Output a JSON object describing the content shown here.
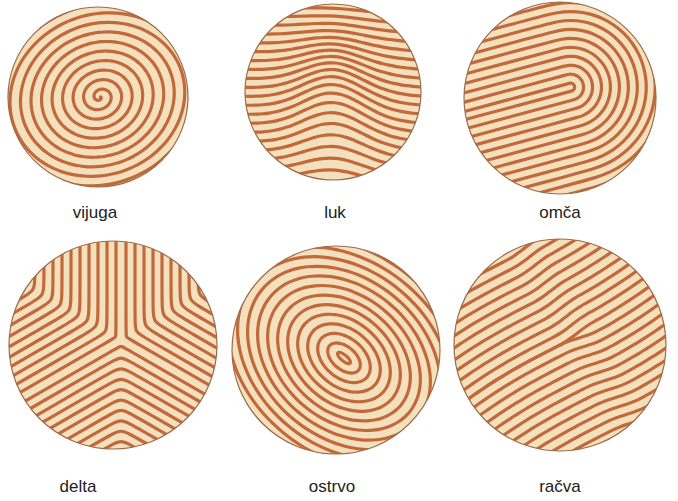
{
  "diagram": {
    "labels": [
      "vijuga",
      "luk",
      "omča",
      "delta",
      "ostrvo",
      "račva"
    ]
  }
}
